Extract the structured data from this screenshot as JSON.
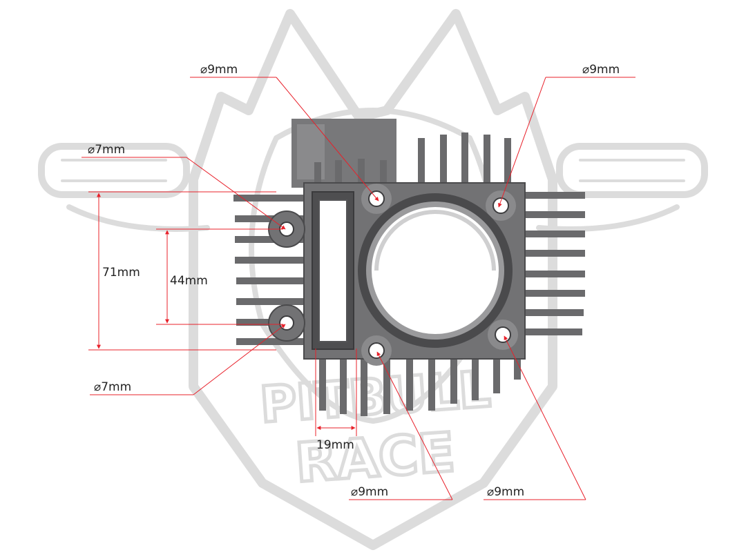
{
  "labels": {
    "hole_top_left": "⌀9mm",
    "hole_top_right": "⌀9mm",
    "stud_upper_left": "⌀7mm",
    "stud_lower_left": "⌀7mm",
    "hole_bottom_left": "⌀9mm",
    "hole_bottom_right": "⌀9mm",
    "dim_71": "71mm",
    "dim_44": "44mm",
    "dim_19": "19mm"
  },
  "watermark": {
    "line1": "PITBULL",
    "line2": "RACE"
  },
  "colors": {
    "annotation": "#e8202a",
    "part_body": "#6f6f71",
    "part_dark": "#4a4a4c",
    "part_light": "#a2a2a4",
    "watermark": "#dcdcdc"
  }
}
